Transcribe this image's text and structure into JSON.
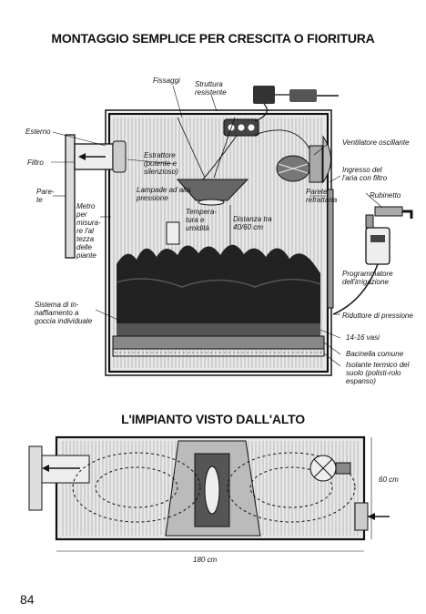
{
  "titles": {
    "main": "MONTAGGIO SEMPLICE PER CRESCITA O FIORITURA",
    "top_view": "L'IMPIANTO VISTO DALL'ALTO"
  },
  "labels": {
    "fissaggi": "Fissaggi",
    "struttura": "Struttura resistente",
    "esterno": "Esterno",
    "filtro": "Filtro",
    "parete": "Pare-te",
    "estrattore": "Estrattore (potente e silenzioso)",
    "lampade": "Lampade ad alta pressione",
    "metro": "Metro per misura-re l'al tezza delle piante",
    "temperatura": "Tempera-tura e umidità",
    "distanza": "Distanza tra 40/60 cm",
    "ventilatore": "Ventilatore oscillante",
    "ingresso": "Ingresso del l'aria con filtro",
    "parete_refrattaria": "Parete refrattaria",
    "rubinetto": "Rubinetto",
    "programmatore": "Programmatore dell'irrigazione",
    "riduttore": "Riduttore di pressione",
    "sistema": "Sistema di in-naffiamento a goccia individuale",
    "vasi": "14-16 vasi",
    "bacinella": "Bacinella comune",
    "isolante": "Isolante termico del suolo (polisti-rolo espanso)",
    "dim_60": "60 cm",
    "dim_180": "180 cm"
  },
  "page_number": "84"
}
